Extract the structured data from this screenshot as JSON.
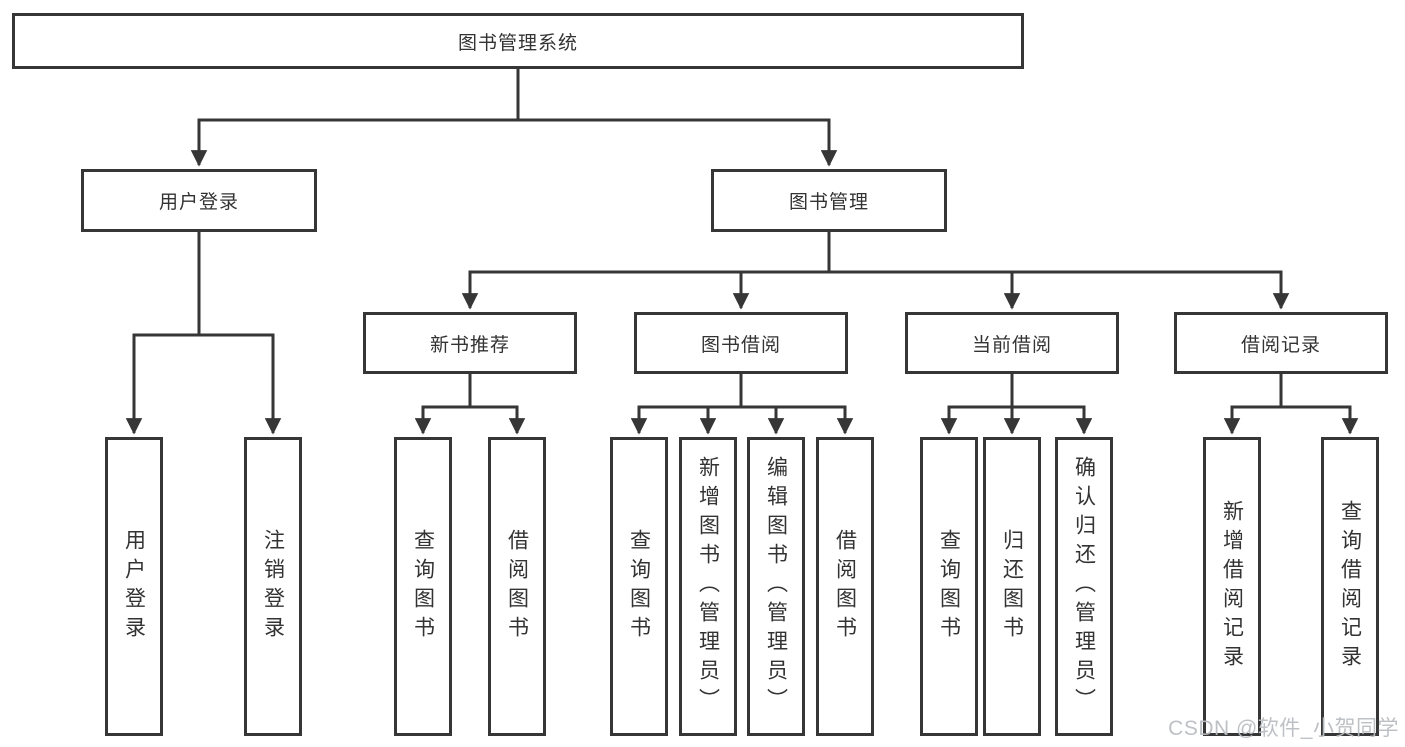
{
  "diagram_title": "图书管理系统",
  "tree": {
    "label": "图书管理系统",
    "children": [
      {
        "label": "用户登录",
        "children": [
          {
            "label": "用户登录"
          },
          {
            "label": "注销登录"
          }
        ]
      },
      {
        "label": "图书管理",
        "children": [
          {
            "label": "新书推荐",
            "children": [
              {
                "label": "查询图书"
              },
              {
                "label": "借阅图书"
              }
            ]
          },
          {
            "label": "图书借阅",
            "children": [
              {
                "label": "查询图书"
              },
              {
                "label": "新增图书（管理员）"
              },
              {
                "label": "编辑图书（管理员）"
              },
              {
                "label": "借阅图书"
              }
            ]
          },
          {
            "label": "当前借阅",
            "children": [
              {
                "label": "查询图书"
              },
              {
                "label": "归还图书"
              },
              {
                "label": "确认归还（管理员）"
              }
            ]
          },
          {
            "label": "借阅记录",
            "children": [
              {
                "label": "新增借阅记录"
              },
              {
                "label": "查询借阅记录"
              }
            ]
          }
        ]
      }
    ]
  },
  "colors": {
    "line": "#363636",
    "text": "#333333",
    "box_background": "#ffffff",
    "watermark": "#b9bdc2"
  },
  "watermark": {
    "text": "CSDN @软件_小贺同学"
  }
}
